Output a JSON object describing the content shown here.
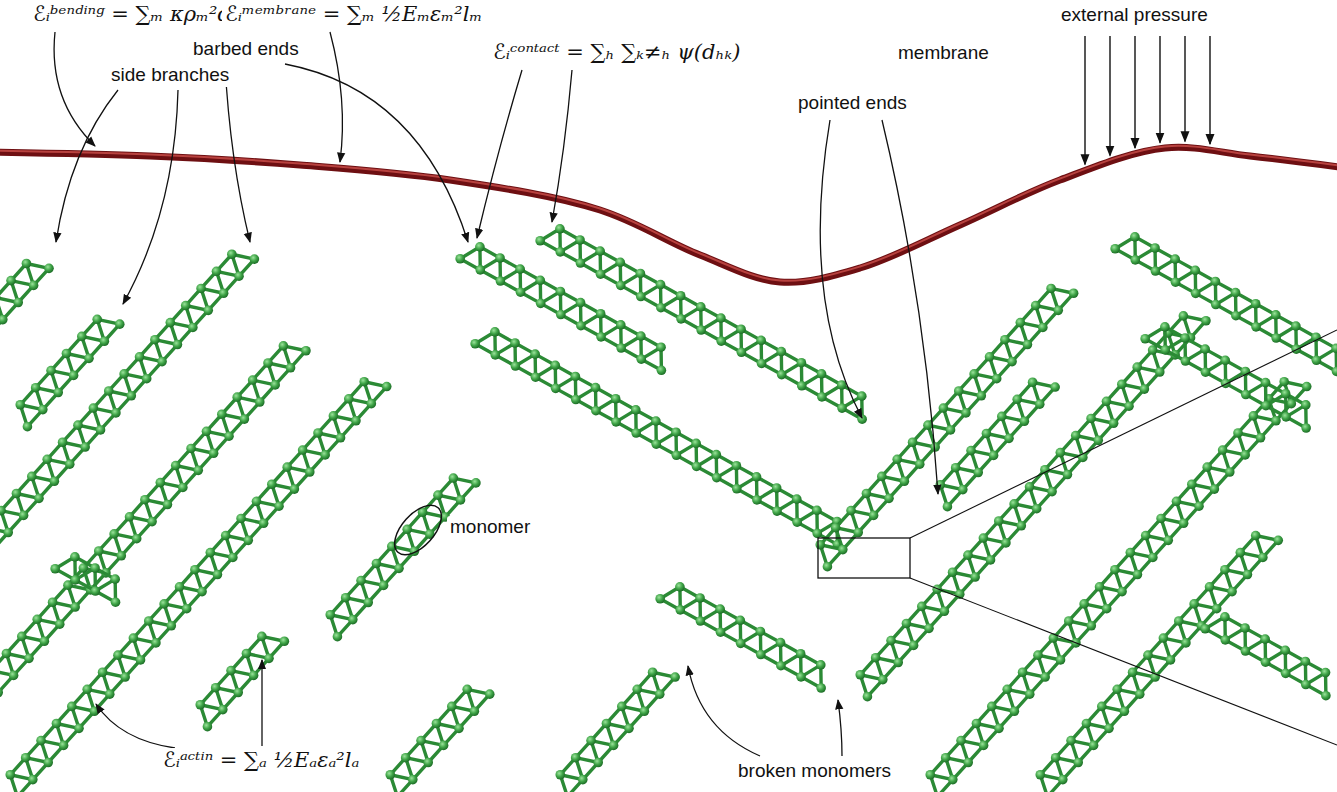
{
  "diagram": {
    "labels": [
      "ℰᵢᵇᵉⁿᵈⁱⁿᵍ = ∑ₘ κρₘ²d",
      "ℰᵢᵐᵉᵐᵇʳᵃⁿᵉ = ∑ₘ ½Eₘεₘ²lₘ",
      "external pressure",
      "barbed ends",
      "ℰᵢᶜᵒⁿᵗᵃᶜᵗ = ∑ₕ ∑ₖ≠ₕ ψ(dₕₖ)",
      "membrane",
      "side branches",
      "pointed ends",
      "monomer",
      "ℰᵢᵃᶜᵗⁱⁿ = ∑ₐ ½Eₐεₐ²lₐ",
      "broken monomers"
    ]
  }
}
